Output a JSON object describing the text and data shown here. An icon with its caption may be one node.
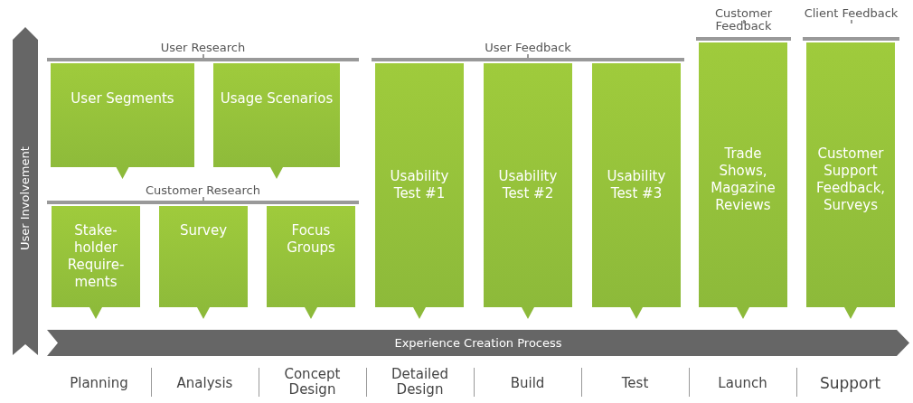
{
  "diagram": {
    "nodes": [
      {
        "text": [
          "User Segments"
        ]
      },
      {
        "text": [
          "Usage Scenarios"
        ]
      },
      {
        "text": [
          "Stake- holder Require- ments"
        ]
      },
      {
        "text": [
          "Survey"
        ]
      },
      {
        "text": [
          "Focus Groups"
        ]
      },
      {
        "text": [
          "Usability Test #1"
        ]
      },
      {
        "text": [
          "Usability Test #2"
        ]
      },
      {
        "text": [
          "Usability Test #3"
        ]
      },
      {
        "text": [
          "Trade Shows, Magazine Reviews"
        ]
      },
      {
        "text": [
          "Customer Support Feedback, Surveys"
        ]
      },
      {
        "text": [
          "Experience Creation Process"
        ]
      },
      {
        "text": [
          "User Involvement"
        ]
      }
    ],
    "edges": [],
    "labels": [
      "User Research",
      "Customer Research",
      "User Feedback",
      "Customer Feedback",
      "Client Feedback",
      "Planning",
      "Analysis",
      "Concept Design",
      "Detailed Design",
      "Build",
      "Test",
      "Launch",
      "Support"
    ]
  }
}
